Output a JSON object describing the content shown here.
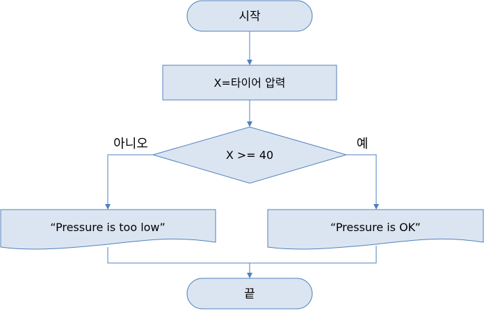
{
  "flowchart": {
    "start": "시작",
    "assign": "X=타이어 압력",
    "decision": "X >= 40",
    "no_label": "아니오",
    "yes_label": "예",
    "low_output": "“Pressure is too low”",
    "ok_output": "“Pressure is OK”",
    "end": "끝"
  },
  "colors": {
    "fill": "#dbe5f1",
    "stroke": "#4f81bd",
    "text": "#000000"
  }
}
